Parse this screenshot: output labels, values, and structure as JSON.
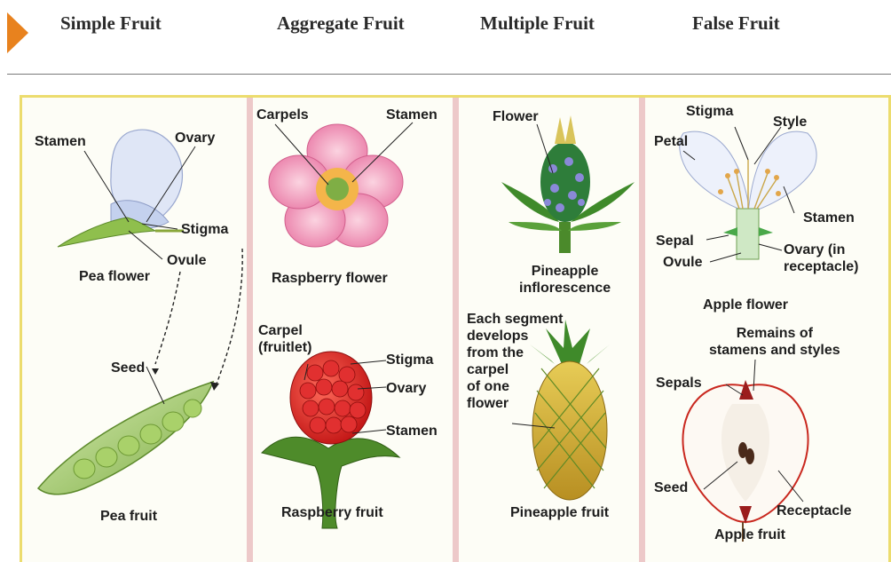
{
  "header": {
    "titles": [
      "Simple Fruit",
      "Aggregate Fruit",
      "Multiple Fruit",
      "False Fruit"
    ]
  },
  "panels": {
    "pea": {
      "labels": {
        "stamen": "Stamen",
        "ovary": "Ovary",
        "stigma": "Stigma",
        "ovule": "Ovule",
        "flower": "Pea flower",
        "seed": "Seed",
        "fruit": "Pea fruit"
      }
    },
    "raspberry": {
      "labels": {
        "carpels": "Carpels",
        "stamen_top": "Stamen",
        "flower": "Raspberry flower",
        "carpel_fruitlet": "Carpel\n(fruitlet)",
        "stigma": "Stigma",
        "ovary": "Ovary",
        "stamen_bottom": "Stamen",
        "fruit": "Raspberry fruit"
      }
    },
    "pineapple": {
      "labels": {
        "flower": "Flower",
        "inflorescence": "Pineapple\ninflorescence",
        "segment_note": "Each segment\ndevelops\nfrom the\ncarpel\nof one\nflower",
        "fruit": "Pineapple fruit"
      }
    },
    "apple": {
      "labels": {
        "stigma": "Stigma",
        "style": "Style",
        "petal": "Petal",
        "stamen": "Stamen",
        "sepal": "Sepal",
        "ovary": "Ovary (in\nreceptacle)",
        "ovule": "Ovule",
        "flower": "Apple flower",
        "remains": "Remains of\nstamens and styles",
        "sepals": "Sepals",
        "seed": "Seed",
        "receptacle": "Receptacle",
        "fruit": "Apple fruit"
      }
    }
  },
  "colors": {
    "accent_arrow": "#e8821e",
    "figure_border": "#ecdc6e",
    "panel_divider": "#edc9c9"
  }
}
